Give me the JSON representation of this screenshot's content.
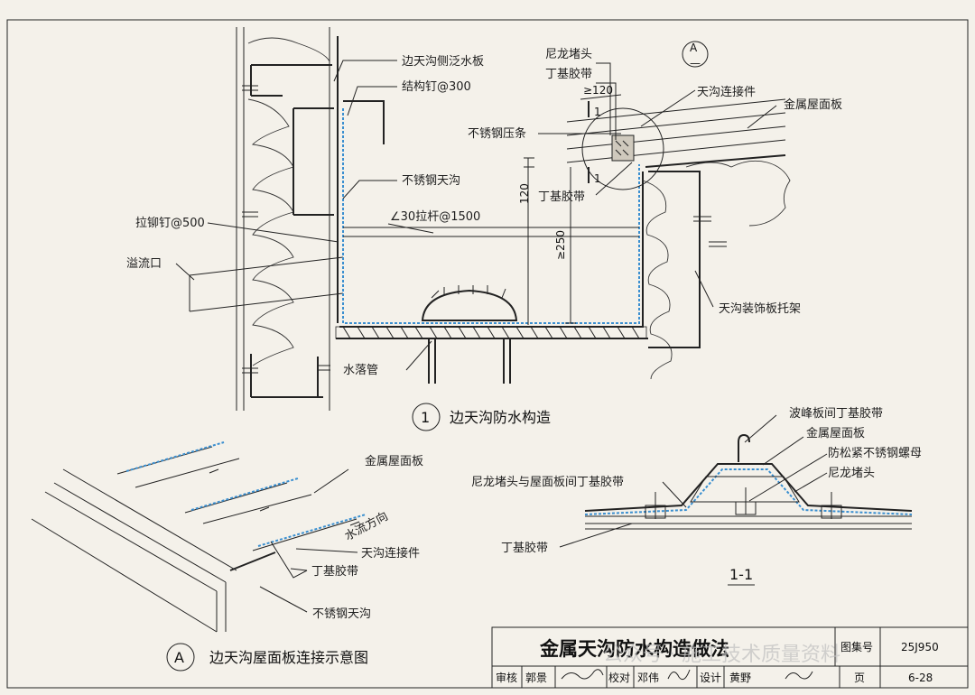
{
  "detail1": {
    "labels": {
      "side_flashing": "边天沟侧泛水板",
      "struct_nail": "结构钉@300",
      "ss_gutter": "不锈钢天沟",
      "rivet": "拉铆钉@500",
      "overflow": "溢流口",
      "rod": "∠30拉杆@1500",
      "downpipe": "水落管",
      "nylon_plug": "尼龙堵头",
      "butyl_tape_top": "丁基胶带",
      "ss_strip": "不锈钢压条",
      "butyl_tape_bottom": "丁基胶带",
      "gutter_connector": "天沟连接件",
      "metal_panel": "金属屋面板",
      "deco_bracket": "天沟装饰板托架"
    },
    "dims": {
      "d120_top": "≥120",
      "d120_side": "120",
      "d250": "≥250",
      "sec_mark": "1"
    },
    "callout": {
      "letter": "A",
      "sub": "—"
    },
    "caption_num": "1",
    "caption": "边天沟防水构造"
  },
  "detailA": {
    "labels": {
      "metal_panel": "金属屋面板",
      "flow": "水流方向",
      "connector": "天沟连接件",
      "tape": "丁基胶带",
      "gutter": "不锈钢天沟"
    },
    "caption_letter": "A",
    "caption": "边天沟屋面板连接示意图"
  },
  "section11": {
    "labels": {
      "peak_tape": "波峰板间丁基胶带",
      "metal_panel": "金属屋面板",
      "nut": "防松紧不锈钢螺母",
      "nylon_plug": "尼龙堵头",
      "plug_tape": "尼龙堵头与屋面板间丁基胶带",
      "tape": "丁基胶带"
    },
    "title": "1-1"
  },
  "title_block": {
    "title": "金属天沟防水构造做法",
    "atlas_label": "图集号",
    "atlas_no": "25J950",
    "review_label": "审核",
    "review_name": "郭景",
    "check_label": "校对",
    "check_name": "邓伟",
    "design_label": "设计",
    "design_name": "黄野",
    "page_label": "页",
    "page_no": "6-28"
  },
  "watermark": "公众号 · 施工技术质量资料"
}
